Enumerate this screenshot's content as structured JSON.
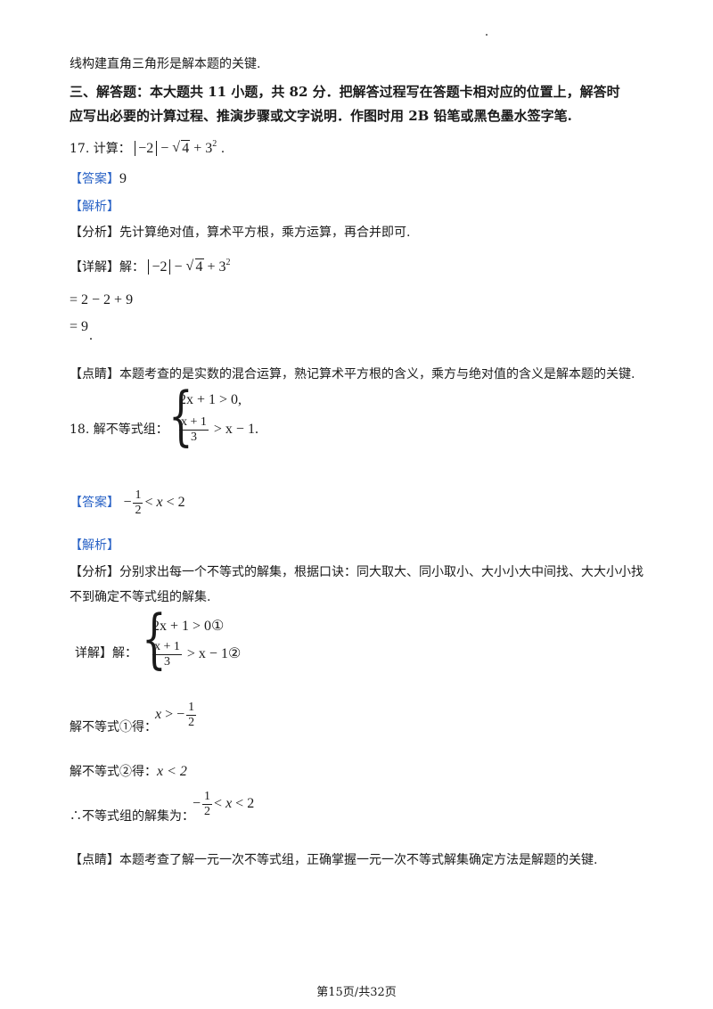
{
  "intro_line": "线构建直角三角形是解本题的关键.",
  "section": {
    "heading_line1": "三、解答题：本大题共 11 小题，共 82 分．把解答过程写在答题卡相对应的位置上，解答时",
    "heading_line2": "应写出必要的计算过程、推演步骤或文字说明．作图时用 2B 铅笔或黑色墨水签字笔."
  },
  "q17": {
    "prompt": "17. 计算：",
    "answer_label": "【答案】",
    "answer_value": "9",
    "analysis_label": "【解析】",
    "fenxi_label": "【分析】",
    "fenxi_text": "先计算绝对值，算术平方根，乘方运算，再合并即可.",
    "detail_label": "【详解】",
    "detail_text": "解：",
    "step1": "= 2 − 2 + 9",
    "step2": "= 9",
    "comment_label": "【点睛】",
    "comment_text": "本题考查的是实数的混合运算，熟记算术平方根的含义，乘方与绝对值的含义是解本题的关键."
  },
  "q18": {
    "prompt": "18. 解不等式组：",
    "ineq1": "2x + 1 > 0,",
    "ineq2_tail": "> x − 1.",
    "answer_label": "【答案】",
    "analysis_label": "【解析】",
    "fenxi_label": "【分析】",
    "fenxi_text_line1": "分别求出每一个不等式的解集，根据口诀：同大取大、同小取小、大小小大中间找、大大小小找",
    "fenxi_text_line2": "不到确定不等式组的解集.",
    "detail_text": "详解】解：",
    "ineq1_marked": "2x + 1 > 0①",
    "ineq2_marked_tail": "> x − 1②",
    "solve1_text": "解不等式①得：",
    "solve2_text": "解不等式②得：",
    "solve2_result": "x < 2",
    "conclusion_text": "∴不等式组的解集为：",
    "comment_label": "【点睛】",
    "comment_text": "本题考查了解一元一次不等式组，正确掌握一元一次不等式解集确定方法是解题的关键."
  },
  "footer": "第15页/共32页"
}
